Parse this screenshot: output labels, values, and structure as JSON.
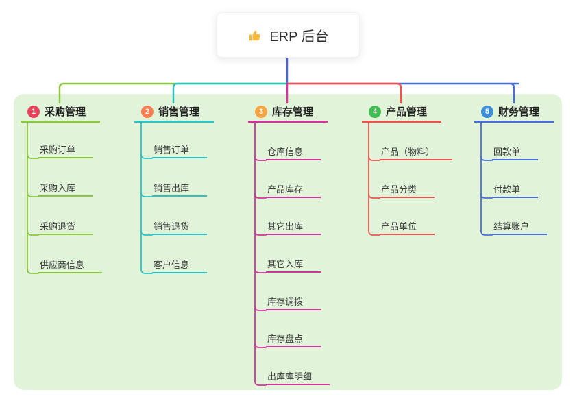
{
  "root": {
    "label": "ERP 后台",
    "icon": "thumbs-up-icon"
  },
  "branches": [
    {
      "num": "1",
      "label": "采购管理",
      "badge_color": "#e8435a",
      "line_color": "#8dc63f",
      "children": [
        "采购订单",
        "采购入库",
        "采购退货",
        "供应商信息"
      ]
    },
    {
      "num": "2",
      "label": "销售管理",
      "badge_color": "#f97e51",
      "line_color": "#2bc4c4",
      "children": [
        "销售订单",
        "销售出库",
        "销售退货",
        "客户信息"
      ]
    },
    {
      "num": "3",
      "label": "库存管理",
      "badge_color": "#f9a43f",
      "line_color": "#d4339d",
      "children": [
        "仓库信息",
        "产品库存",
        "其它出库",
        "其它入库",
        "库存调拨",
        "库存盘点",
        "出库库明细"
      ]
    },
    {
      "num": "4",
      "label": "产品管理",
      "badge_color": "#3fbd52",
      "line_color": "#ef5350",
      "children": [
        "产品（物料）",
        "产品分类",
        "产品单位"
      ]
    },
    {
      "num": "5",
      "label": "财务管理",
      "badge_color": "#3e8ed8",
      "line_color": "#4a6fdc",
      "children": [
        "回款单",
        "付款单",
        "结算账户"
      ]
    }
  ],
  "colors": {
    "stem": "#5166d6",
    "panel_bg": "#e1f4da",
    "root_icon": "#f6b93b"
  }
}
